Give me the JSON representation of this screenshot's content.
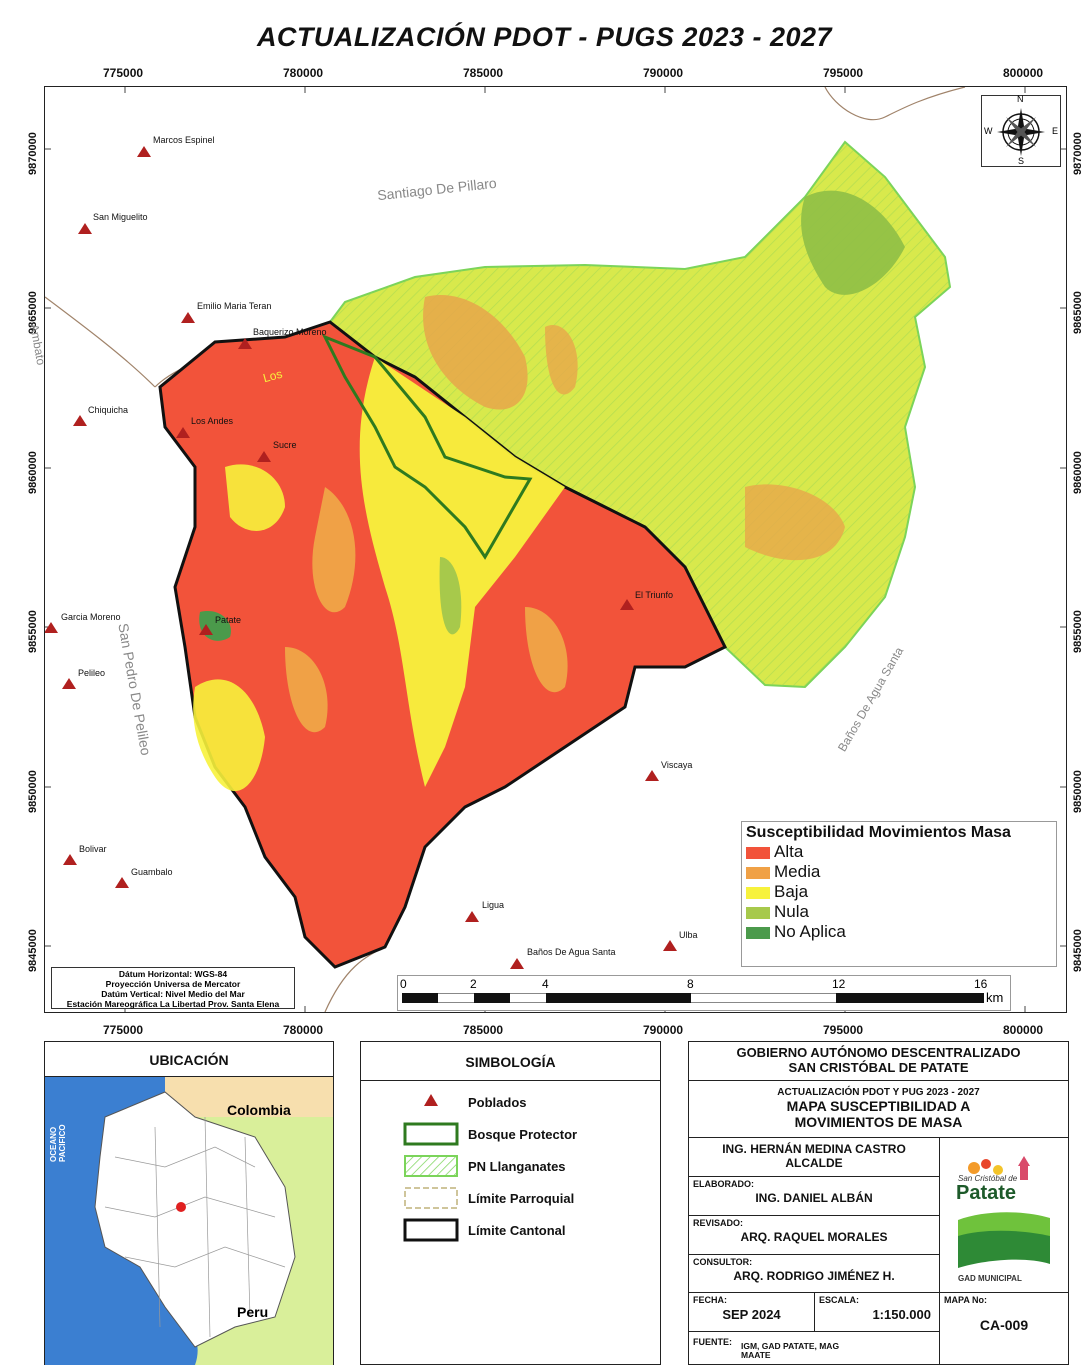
{
  "map": {
    "title": "ACTUALIZACIÓN PDOT - PUGS 2023 - 2027",
    "x_ticks": [
      "775000",
      "780000",
      "785000",
      "790000",
      "795000",
      "800000"
    ],
    "y_ticks": [
      "9870000",
      "9865000",
      "9860000",
      "9855000",
      "9850000",
      "9845000"
    ],
    "poblados": [
      "Marcos Espinel",
      "San Miguelito",
      "Emilio Maria Teran",
      "Baquerizo Moreno",
      "Chiquicha",
      "Los Andes",
      "Sucre",
      "Garcia Moreno",
      "Patate",
      "Pelileo",
      "El Triunfo",
      "Viscaya",
      "Bolivar",
      "Guambalo",
      "Ligua",
      "Ulba",
      "Baños De Agua Santa"
    ],
    "regions": [
      "Santiago De Pillaro",
      "Ambato",
      "San Pedro De Pelileo",
      "Baños De Agua Santa"
    ],
    "river_label": "Los",
    "north": "N",
    "south": "S",
    "east": "E",
    "west": "W",
    "datum": [
      "Dátum Horizontal: WGS-84",
      "Proyección Universa de Mercator",
      "Datúm Vertical: Nivel Medio del Mar",
      "Estación Mareográfica La Libertad Prov. Santa Elena"
    ],
    "scale_ticks": [
      "0",
      "2",
      "4",
      "8",
      "12",
      "16"
    ],
    "scale_unit": "km",
    "legend_title": "Susceptibilidad Movimientos Masa",
    "legend": [
      {
        "label": "Alta",
        "color": "#f2533a"
      },
      {
        "label": "Media",
        "color": "#f0a146"
      },
      {
        "label": "Baja",
        "color": "#f7f23c"
      },
      {
        "label": "Nula",
        "color": "#a7c94b"
      },
      {
        "label": "No Aplica",
        "color": "#4b9a4b"
      }
    ]
  },
  "ubicacion": {
    "title": "UBICACIÓN",
    "colombia": "Colombia",
    "peru": "Peru",
    "oceano": "OCEANO PACIFICO"
  },
  "simbologia": {
    "title": "SIMBOLOGÍA",
    "items": [
      "Poblados",
      "Bosque Protector",
      "PN Llanganates",
      "Límite Parroquial",
      "Límite Cantonal"
    ]
  },
  "cartela": {
    "gobierno": "GOBIERNO AUTÓNOMO DESCENTRALIZADO",
    "canton": "SAN CRISTÓBAL DE PATATE",
    "actualizacion": "ACTUALIZACIÓN PDOT Y PUG 2023 - 2027",
    "mapa_title1": "MAPA SUSCEPTIBILIDAD A",
    "mapa_title2": "MOVIMIENTOS DE MASA",
    "alcalde_name": "ING. HERNÁN MEDINA CASTRO",
    "alcalde_role": "ALCALDE",
    "elaborado_label": "ELABORADO:",
    "elaborado": "ING. DANIEL ALBÁN",
    "revisado_label": "REVISADO:",
    "revisado": "ARQ. RAQUEL MORALES",
    "consultor_label": "CONSULTOR:",
    "consultor": "ARQ. RODRIGO JIMÉNEZ H.",
    "fecha_label": "FECHA:",
    "fecha": "SEP 2024",
    "escala_label": "ESCALA:",
    "escala": "1:150.000",
    "mapa_no_label": "MAPA No:",
    "mapa_no": "CA-009",
    "fuente_label": "FUENTE:",
    "fuente1": "IGM, GAD PATATE, MAG",
    "fuente2": "MAATE",
    "logo_script": "San Cristóbal de",
    "logo_word": "Patate",
    "logo_sub": "GAD MUNICIPAL"
  }
}
